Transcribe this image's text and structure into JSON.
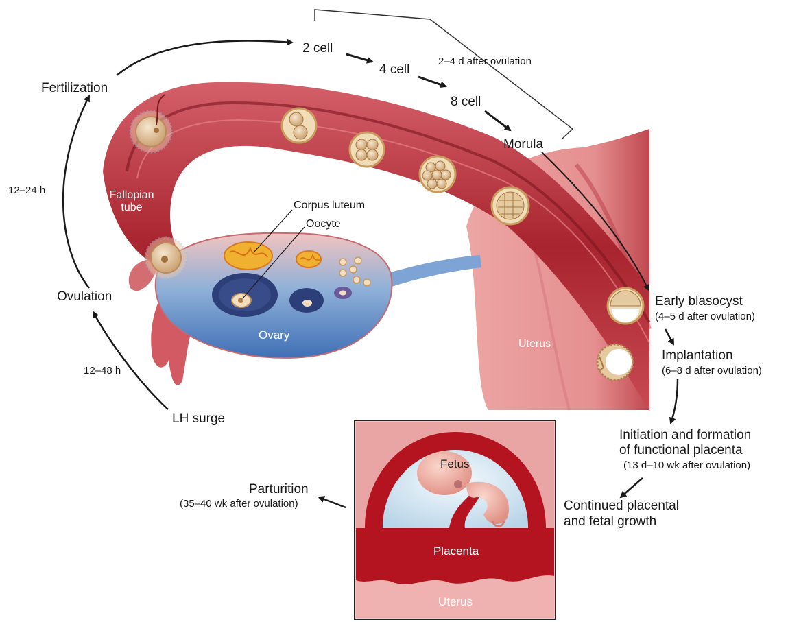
{
  "labels": {
    "fertilization": "Fertilization",
    "two_cell": "2 cell",
    "four_cell": "4 cell",
    "eight_cell": "8 cell",
    "morula": "Morula",
    "days_2_4": "2–4 d after ovulation",
    "hours_12_24": "12–24 h",
    "fallopian_line1": "Fallopian",
    "fallopian_line2": "tube",
    "corpus_luteum": "Corpus luteum",
    "oocyte": "Oocyte",
    "ovulation": "Ovulation",
    "ovary": "Ovary",
    "hours_12_48": "12–48 h",
    "lh_surge": "LH surge",
    "uterus_upper": "Uterus",
    "early_blastocyst": "Early blasocyst",
    "early_blastocyst_time": "(4–5 d after ovulation)",
    "implantation": "Implantation",
    "implantation_time": "(6–8 d after ovulation)",
    "placenta_line1": "Initiation and formation",
    "placenta_line2": "of functional placenta",
    "placenta_time": "(13 d–10 wk after ovulation)",
    "continued_line1": "Continued placental",
    "continued_line2": "and fetal growth",
    "parturition": "Parturition",
    "parturition_time": "(35–40 wk after ovulation)",
    "fetus": "Fetus",
    "placenta": "Placenta",
    "uterus_inset": "Uterus"
  },
  "colors": {
    "tube_dark": "#a8242e",
    "tube_mid": "#c8454e",
    "tissue_pink": "#e9a2a0",
    "ovary_blue": "#4f7fc0",
    "embryo_tan": "#d8b98e",
    "follicle_navy": "#2c3f78",
    "corpus_yellow": "#f0b030",
    "inset_red": "#b3141f",
    "sac_blue": "#d6e8f3",
    "fetus_pink": "#f2b4a6",
    "arrow": "#1a1a1a"
  }
}
